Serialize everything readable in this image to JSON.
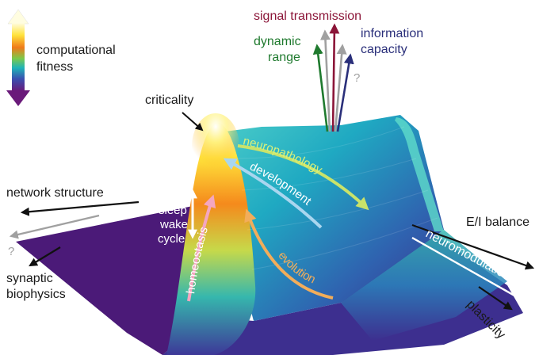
{
  "legend": {
    "label_line1": "computational",
    "label_line2": "fitness"
  },
  "labels": {
    "criticality": "criticality",
    "signal_transmission": "signal transmission",
    "dynamic_range_line1": "dynamic",
    "dynamic_range_line2": "range",
    "information_capacity_line1": "information",
    "information_capacity_line2": "capacity",
    "question_top": "?",
    "question_left": "?",
    "network_structure": "network structure",
    "synaptic_biophysics_line1": "synaptic",
    "synaptic_biophysics_line2": "biophysics",
    "ei_balance": "E/I balance",
    "neuromodulation": "neuromodulation",
    "plasticity": "plasticity"
  },
  "surface_labels": {
    "neuropathology": "neuropathology",
    "development": "development",
    "sleep": "sleep",
    "wake": "wake",
    "cycle": "cycle",
    "homeostasis": "homeostasis",
    "evolution": "evolution"
  },
  "colors": {
    "signal_transmission": "#8b1538",
    "dynamic_range": "#1f7a2e",
    "information_capacity": "#2a2f7a",
    "neuropathology_arrow": "#c9e36a",
    "development_arrow": "#a9d6ef",
    "homeostasis_arrow": "#f4a6c0",
    "evolution_arrow": "#f2ad5a",
    "surface_low": "#4b1a78",
    "surface_high": "#fffde0",
    "gray_arrow": "#a0a0a0"
  }
}
